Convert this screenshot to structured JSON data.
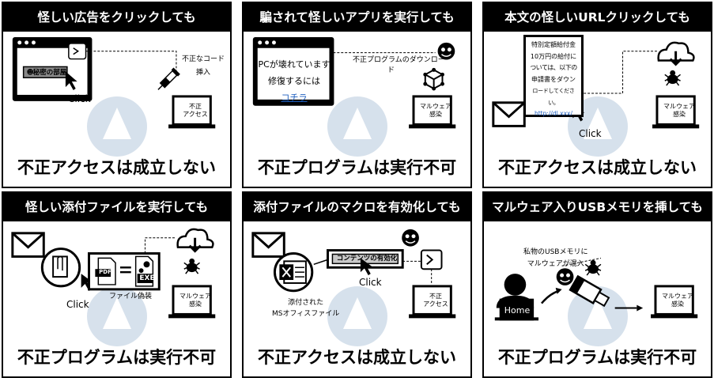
{
  "panels": [
    {
      "title": "怪しい広告をクリックしても",
      "result": "不正アクセスは成立しない",
      "ad_label": "秘密の部屋",
      "click": "Click",
      "code_label_1": "不正なコード",
      "code_label_2": "挿入",
      "laptop_1": "不正",
      "laptop_2": "アクセス"
    },
    {
      "title": "騙されて怪しいアプリを実行しても",
      "result": "不正プログラムは実行不可",
      "win_line1": "PCが壊れています",
      "win_line2": "修復するには",
      "win_link": "コチラ",
      "download_1": "不正プログラムのダウンロー",
      "download_2": "ド",
      "laptop_1": "マルウェア",
      "laptop_2": "感染"
    },
    {
      "title": "本文の怪しいURLクリックしても",
      "result": "不正アクセスは成立しない",
      "doc_lines": [
        "特別定額給付金",
        "10万円の給付に",
        "ついては、以下の",
        "申請書をダウン",
        "ロード&#x3057;てください。"
      ],
      "doc_line5": "ロード&#x3057;てください。",
      "doc_url": "http://dl.xxx/",
      "click": "Click",
      "laptop_1": "マルウェア",
      "laptop_2": "感染"
    },
    {
      "title": "怪しい添付ファイルを実行しても",
      "result": "不正プログラムは実行不可",
      "pdf": "PDF",
      "exe": "EXE",
      "fake_label": "ファイル偽装",
      "click": "Click",
      "laptop_1": "マルウェア",
      "laptop_2": "感染"
    },
    {
      "title": "添付ファイルのマクロを有効化しても",
      "result": "不正アクセスは成立しない",
      "macro_button": "コンテンツの有効化",
      "click": "Click",
      "attach_1": "添付された",
      "attach_2": "MSオフィスファイル",
      "laptop_1": "不正",
      "laptop_2": "アクセス"
    },
    {
      "title": "マルウェア入りUSBメモリを挿しても",
      "result": "不正プログラムは実行不可",
      "usb_1": "私物のUSBメモリに",
      "usb_2": "マルウェアが混入",
      "home": "Home",
      "laptop_1": "マルウェア",
      "laptop_2": "感染"
    }
  ],
  "colors": {
    "header_bg": "#000000",
    "watermark": "#c9d7e6",
    "link": "#1f5fbf"
  }
}
